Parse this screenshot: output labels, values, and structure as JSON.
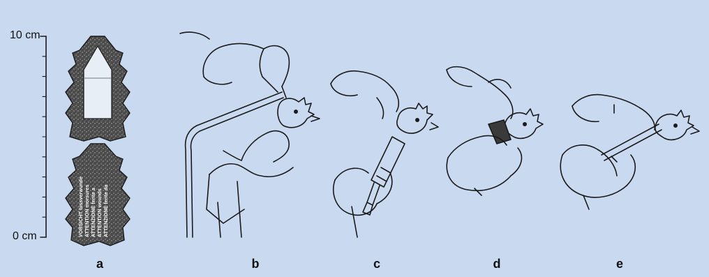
{
  "scale": {
    "top_label": "10 cm",
    "bottom_label": "0 cm"
  },
  "panels": [
    "a",
    "b",
    "c",
    "d",
    "e"
  ],
  "pad_text": [
    "VORSICHT bissverwunde",
    "ATTENTION morsures",
    "ATTENZIONE ferite a",
    "ATTENTION wounds",
    "ATTENZIONE ferite da"
  ],
  "colors": {
    "background": "#c9daf0",
    "ink": "#1a1a1a",
    "pad": "#3a3a3a"
  }
}
